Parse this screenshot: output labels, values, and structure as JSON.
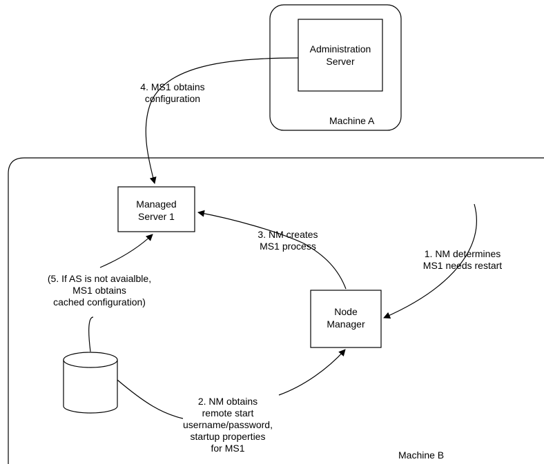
{
  "machine_a": {
    "label": "Machine A"
  },
  "machine_b": {
    "label": "Machine B"
  },
  "admin_server": {
    "line1": "Administration",
    "line2": "Server"
  },
  "managed_server": {
    "line1": "Managed",
    "line2": "Server 1"
  },
  "node_manager": {
    "line1": "Node",
    "line2": "Manager"
  },
  "steps": {
    "step1": {
      "line1": "1.  NM determines",
      "line2": "MS1 needs restart"
    },
    "step2": {
      "line1": "2. NM obtains",
      "line2": "remote start",
      "line3": "username/password,",
      "line4": "startup properties",
      "line5": "for MS1"
    },
    "step3": {
      "line1": "3.  NM creates",
      "line2": "MS1 process"
    },
    "step4": {
      "line1": "4. MS1 obtains",
      "line2": "configuration"
    },
    "step5": {
      "line1": "(5.  If AS is not avaialble,",
      "line2": "MS1 obtains",
      "line3": "cached configuration)"
    }
  },
  "colors": {
    "stroke": "#000000",
    "background": "#ffffff"
  },
  "icons": {
    "database": "database-icon"
  }
}
